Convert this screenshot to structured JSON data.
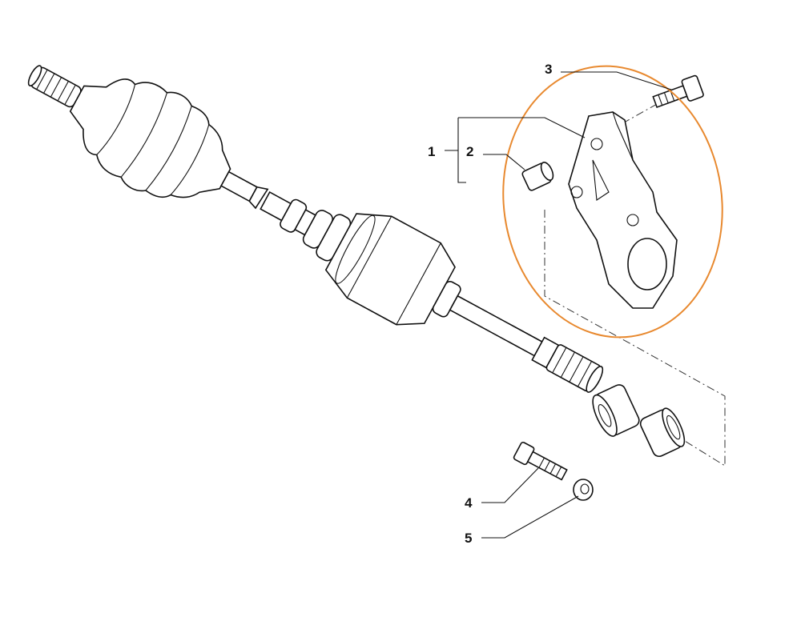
{
  "diagram": {
    "callouts": [
      {
        "id": "1",
        "label": "1"
      },
      {
        "id": "2",
        "label": "2"
      },
      {
        "id": "3",
        "label": "3"
      },
      {
        "id": "4",
        "label": "4"
      },
      {
        "id": "5",
        "label": "5"
      }
    ],
    "colors": {
      "highlight": "#E8892F",
      "line": "#111111"
    }
  }
}
